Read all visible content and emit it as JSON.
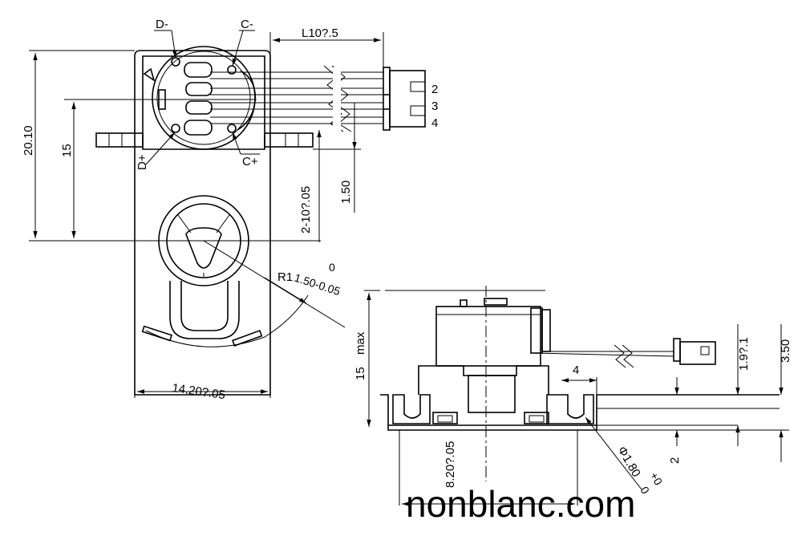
{
  "top_view": {
    "labels": {
      "d_minus": "D-",
      "c_minus": "C-",
      "d_plus": "D+",
      "c_plus": "C+"
    },
    "pins": [
      "2",
      "3",
      "4"
    ],
    "dims": {
      "cable_length": "L10?.5",
      "height_total": "20.10",
      "height_15": "15",
      "hole_pitch": "2-10?.05",
      "offset_150": "1.50",
      "radius": "R1",
      "radius_tol": "1.50-0.05",
      "radius_tol_upper": "0",
      "width": "14.20?.05"
    }
  },
  "side_view": {
    "dims": {
      "max_height": "15",
      "max_label": "max",
      "slot_width": "4",
      "hole_dia": "Φ1.80",
      "hole_tol_a": "0",
      "hole_tol_b": "+0",
      "offset_820": "8.20?.05",
      "dim_2": "2",
      "dim_19": "1.9?.1",
      "dim_350": "3.50"
    }
  },
  "watermark": "nonblanc.com"
}
